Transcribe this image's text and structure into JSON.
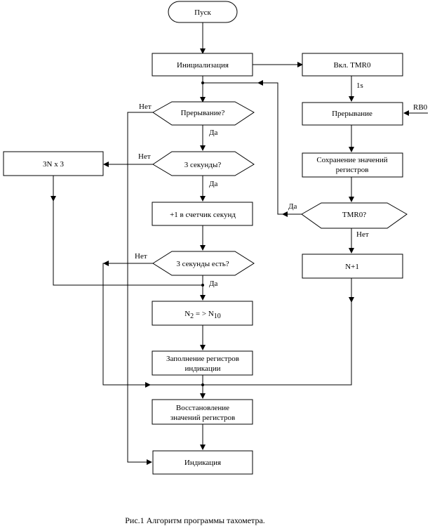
{
  "nodes": {
    "start": "Пуск",
    "init": "Инициализация",
    "interrupt_q": "Прерывание?",
    "three_sec_q": "3 секунды?",
    "inc_counter": "+1 в счетчик секунд",
    "three_sec_have_q": "3 секунды есть?",
    "n2_prefix": "N",
    "n2_sub": "2",
    "n2_arrow": " = > N",
    "n2_sub2": "10",
    "fill_regs_1": "Заполнение регистров",
    "fill_regs_2": "индикации",
    "restore_1": "Восстановление",
    "restore_2": "значений регистров",
    "indication": "Индикация",
    "mult": "3N x 3",
    "tmr_on": "Вкл. TMR0",
    "interrupt": "Прерывание",
    "save_1": "Сохранение значений",
    "save_2": "регистров",
    "tmr_q": "TMR0?",
    "n_plus": "N+1"
  },
  "edge_labels": {
    "one_s": "1s",
    "rb0": "RB0",
    "no_1": "Нет",
    "yes_1": "Да",
    "no_2": "Нет",
    "yes_2": "Да",
    "no_3": "Нет",
    "yes_3": "Да",
    "yes_tmr": "Да",
    "no_tmr": "Нет"
  },
  "caption": "Рис.1 Алгоритм программы тахометра."
}
